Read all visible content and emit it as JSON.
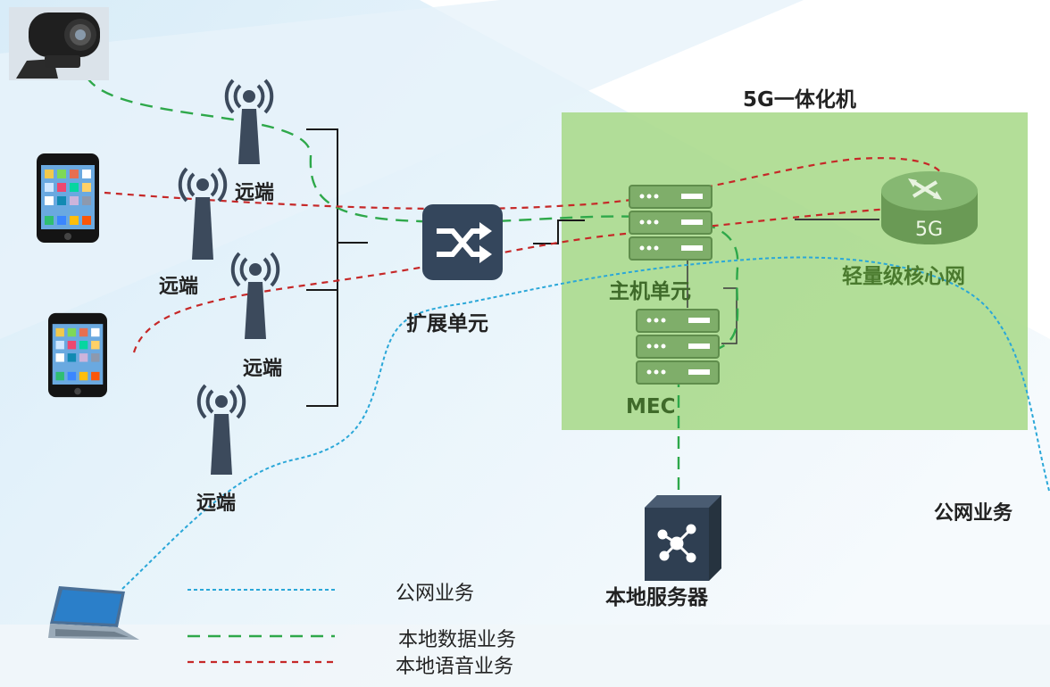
{
  "title": "5G一体化机",
  "labels": {
    "remote_1": "远端",
    "remote_2": "远端",
    "remote_3": "远端",
    "remote_4": "远端",
    "expansion_unit": "扩展单元",
    "host_unit": "主机单元",
    "mec": "MEC",
    "core_network": "轻量级核心网",
    "core_badge": "5G",
    "local_server": "本地服务器",
    "public_service": "公网业务"
  },
  "legend": [
    {
      "text": "公网业务",
      "color": "#2aa7d8",
      "style": "dotted"
    },
    {
      "text": "本地数据业务",
      "color": "#2ea84a",
      "style": "long-dash"
    },
    {
      "text": "本地语音业务",
      "color": "#c62828",
      "style": "short-dash"
    }
  ],
  "colors": {
    "integrated_box": "#a6d888",
    "icon_dark": "#3c4a5c",
    "server_green": "#7fb06a",
    "public_line": "#2aa7d8",
    "data_line": "#2ea84a",
    "voice_line": "#c62828",
    "core_line": "#d06a3a"
  },
  "icons": [
    "webcam-icon",
    "phone-icon",
    "antenna-icon",
    "switch-icon",
    "server-icon",
    "router-icon",
    "hub-icon",
    "laptop-icon"
  ]
}
